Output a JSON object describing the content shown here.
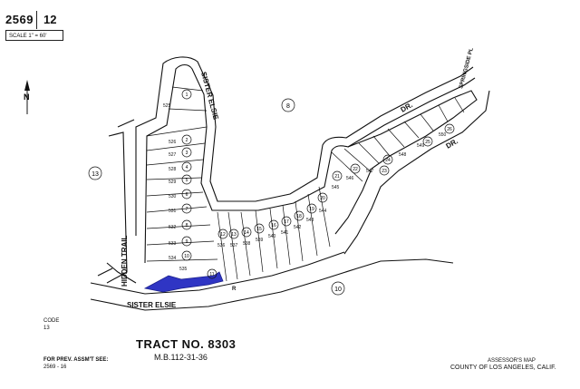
{
  "header": {
    "book": "2569",
    "page": "12",
    "scale": "SCALE 1\" = 60'"
  },
  "neighbors": {
    "left": "13",
    "top": "8",
    "bottom": "10"
  },
  "streets": {
    "sister_elsie_bottom": "SISTER   ELSIE",
    "sister_elsie_bottom_suffix": "R",
    "sister_elsie_left": "SISTER   ELSIE",
    "hidden_trail": "HIDDEN    TRAIL",
    "dr_top": "DR.",
    "dr_right": "DR.",
    "springside": "SPRINGSIDE PL"
  },
  "parcels": [
    "1",
    "2",
    "3",
    "4",
    "5",
    "6",
    "7",
    "8",
    "9",
    "10",
    "11",
    "12",
    "13",
    "14",
    "15",
    "16",
    "17",
    "18",
    "19",
    "20",
    "21",
    "22",
    "23",
    "24",
    "25",
    "26"
  ],
  "lot_numbers": [
    "525",
    "526",
    "527",
    "528",
    "529",
    "530",
    "531",
    "532",
    "533",
    "534",
    "535",
    "536",
    "537",
    "538",
    "539",
    "540",
    "541",
    "542",
    "543",
    "544",
    "545",
    "546",
    "547",
    "548",
    "549",
    "550"
  ],
  "highlight_color": "#2f35c4",
  "code": {
    "label": "CODE",
    "value": "13"
  },
  "tract": {
    "number": "TRACT NO. 8303",
    "map_book": "M.B.112-31-36"
  },
  "prev": {
    "label": "FOR PREV. ASSM'T SEE:",
    "value": "2569 - 16"
  },
  "footer": {
    "line1": "ASSESSOR'S MAP",
    "line2": "COUNTY OF LOS ANGELES, CALIF."
  }
}
